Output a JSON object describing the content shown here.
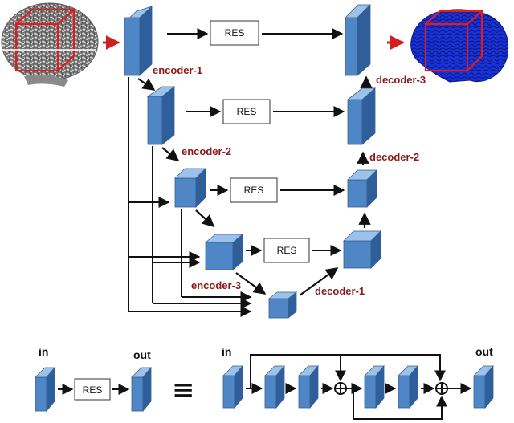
{
  "labels": {
    "encoder1": "encoder-1",
    "encoder2": "encoder-2",
    "encoder3": "encoder-3",
    "decoder1": "decoder-1",
    "decoder2": "decoder-2",
    "decoder3": "decoder-3",
    "res": "RES",
    "in": "in",
    "out": "out",
    "equiv": "≡"
  },
  "colors": {
    "block_front": "#4f86c6",
    "block_top": "#9cc2ea",
    "block_side": "#2f5f9a",
    "label_red": "#8b1a1a",
    "arrow": "#111111",
    "bbox": "#e31b1b",
    "brain_blue": "#1a33d9"
  }
}
